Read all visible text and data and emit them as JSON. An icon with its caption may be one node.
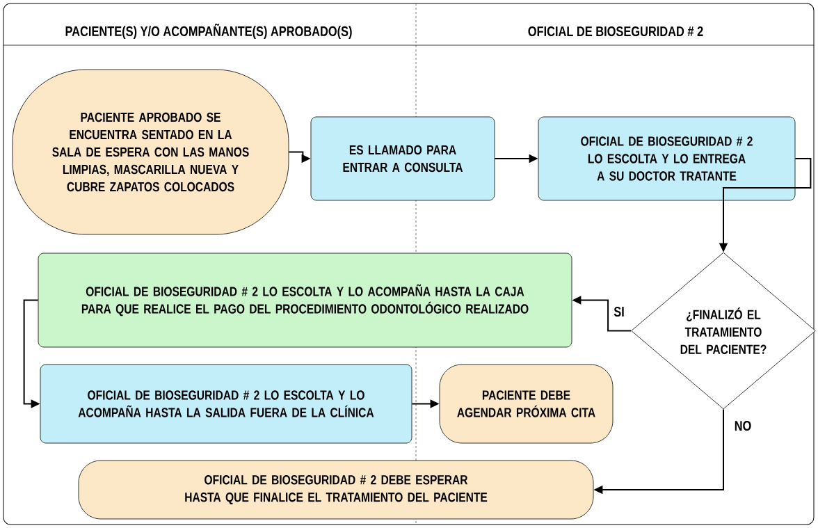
{
  "diagram": {
    "nodes": [
      {
        "text": [
          "PACIENTE APROBADO SE ENCUENTRA SENTADO EN LA SALA DE ESPERA CON LAS MANOS LIMPIAS, MASCARILLA NUEVA Y CUBRE ZAPATOS COLOCADOS"
        ]
      },
      {
        "text": [
          "ES LLAMADO PARA ENTRAR A CONSULTA"
        ]
      },
      {
        "text": [
          "OFICIAL DE BIOSEGURIDAD # 2 LO ESCOLTA Y LO ENTREGA A SU DOCTOR TRATANTE"
        ]
      },
      {
        "text": [
          "¿FINALIZÓ EL TRATAMIENTO DEL PACIENTE?"
        ]
      },
      {
        "text": [
          "OFICIAL DE BIOSEGURIDAD # 2 LO ESCOLTA Y LO ACOMPAÑA HASTA LA CAJA PARA QUE REALICE EL PAGO DEL PROCEDIMIENTO ODONTOLÓGICO REALIZADO"
        ]
      },
      {
        "text": [
          "OFICIAL DE BIOSEGURIDAD # 2 LO ESCOLTA Y LO ACOMPAÑA HASTA LA SALIDA FUERA DE LA CLÍNICA"
        ]
      },
      {
        "text": [
          "PACIENTE DEBE AGENDAR PRÓXIMA CITA"
        ]
      },
      {
        "text": [
          "OFICIAL DE BIOSEGURIDAD # 2 DEBE ESPERAR HASTA QUE FINALICE EL TRATAMIENTO DEL PACIENTE"
        ]
      }
    ],
    "edges": [
      {
        "from": 0,
        "to": 1,
        "arrow": "to"
      },
      {
        "from": 1,
        "to": 2,
        "arrow": "to"
      },
      {
        "from": 2,
        "to": 3,
        "arrow": "to"
      },
      {
        "from": 3,
        "to": 4,
        "arrow": "to",
        "label": "SI"
      },
      {
        "from": 4,
        "to": 5,
        "arrow": "to"
      },
      {
        "from": 5,
        "to": 6,
        "arrow": "to"
      },
      {
        "from": 3,
        "to": 7,
        "arrow": "to",
        "label": "NO"
      }
    ],
    "labels": [
      "PACIENTE(S) Y/O ACOMPAÑANTE(S) APROBADO(S)",
      "OFICIAL DE BIOSEGURIDAD # 2"
    ]
  }
}
